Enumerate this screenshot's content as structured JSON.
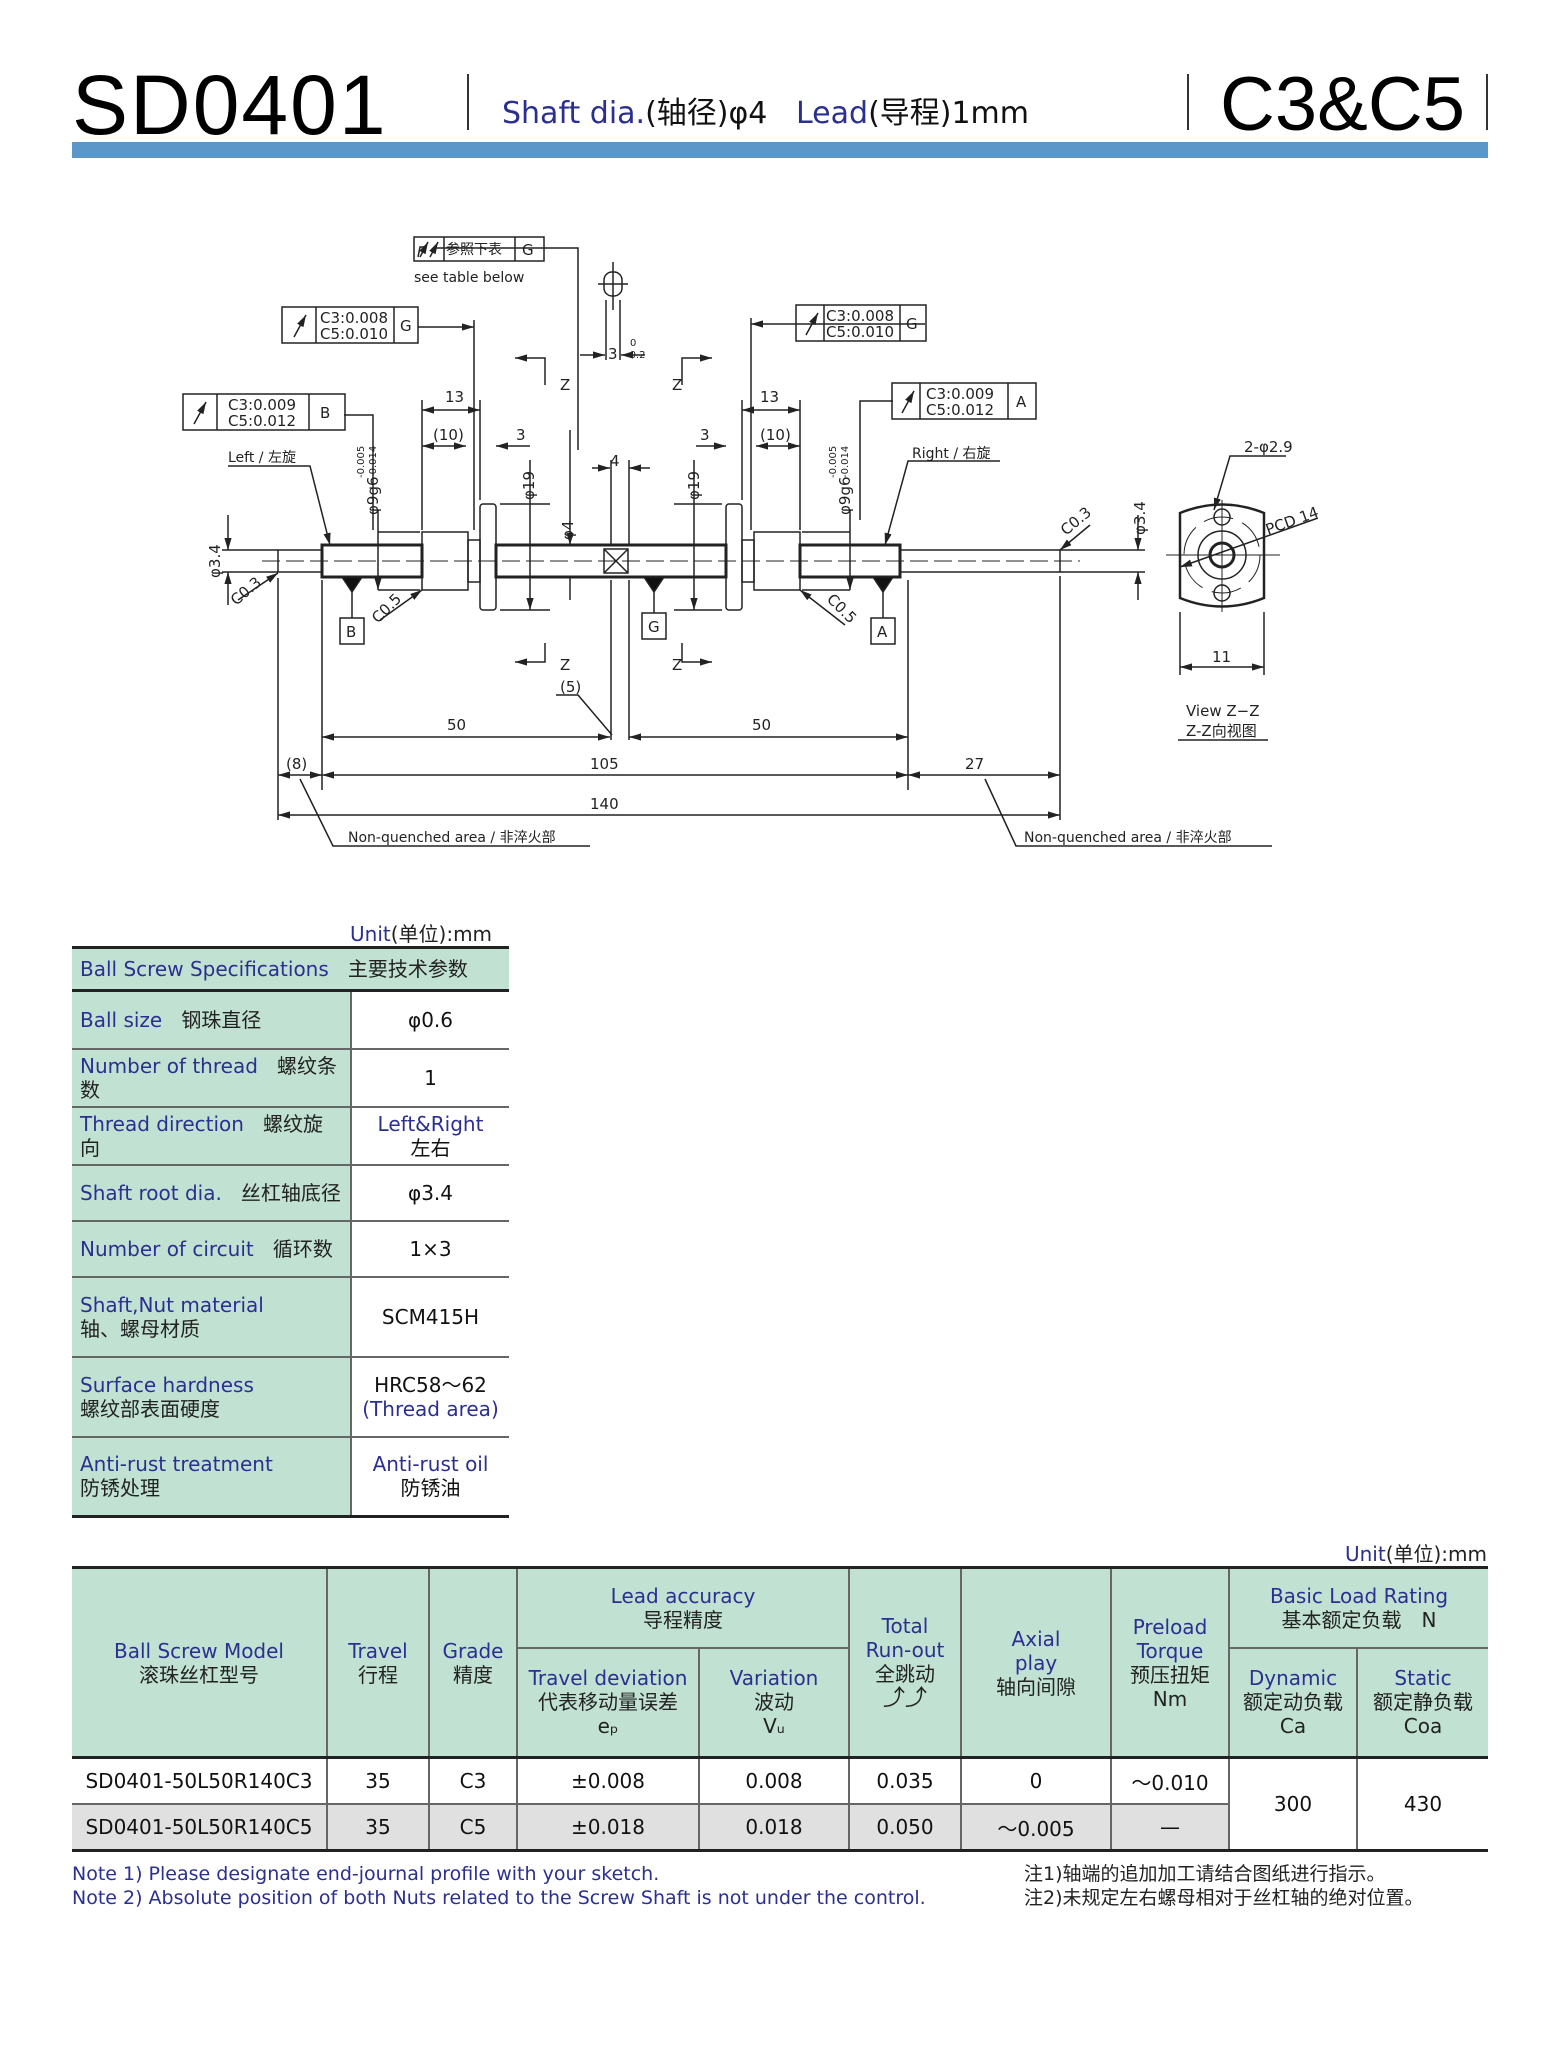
{
  "header": {
    "model": "SD0401",
    "shaft_dia_en": "Shaft dia.",
    "shaft_dia_cn": "(轴径)φ4",
    "lead_en": "Lead",
    "lead_cn": "(导程)1mm",
    "grade": "C3&C5",
    "accent_color": "#5b97c9"
  },
  "drawing": {
    "gdt_top": {
      "symbol": "total-runout",
      "text": "参照下表",
      "datum": "G",
      "caption": "see table below"
    },
    "gdt_left_g": {
      "line1": "C3:0.008",
      "line2": "C5:0.010",
      "datum": "G"
    },
    "gdt_left_b": {
      "line1": "C3:0.009",
      "line2": "C5:0.012",
      "datum": "B"
    },
    "gdt_right_g": {
      "line1": "C3:0.008",
      "line2": "C5:0.010",
      "datum": "G"
    },
    "gdt_right_a": {
      "line1": "C3:0.009",
      "line2": "C5:0.012",
      "datum": "A"
    },
    "labels": {
      "left_thread": "Left / 左旋",
      "right_thread": "Right / 右旋",
      "phi34": "φ3.4",
      "c03": "C0.3",
      "c05": "C0.5",
      "phi9g6": "φ9g6",
      "tol_upper": "-0.005",
      "tol_lower": "-0.014",
      "phi19": "φ19",
      "phi4": "φ4",
      "dim13": "13",
      "dim10": "(10)",
      "dim3": "3",
      "dim4": "4",
      "flat3": "3",
      "flat_tol_upper": "0",
      "flat_tol_lower": "-0.2",
      "z": "Z",
      "dim5": "(5)",
      "dim50": "50",
      "dim8": "(8)",
      "dim105": "105",
      "dim27": "27",
      "dim140": "140",
      "non_quenched": "Non-quenched area / 非淬火部",
      "datum_a": "A",
      "datum_b": "B",
      "datum_g": "G",
      "holes": "2-φ2.9",
      "pcd": "PCD 14",
      "width11": "11",
      "view_en": "View Z−Z",
      "view_cn": "Z-Z向视图"
    }
  },
  "spec_table": {
    "unit_en": "Unit",
    "unit_cn": "(单位)",
    "unit_suffix": ":mm",
    "header_en": "Ball Screw Specifications",
    "header_cn": "主要技术参数",
    "rows": [
      {
        "en": "Ball size",
        "cn": "钢珠直径",
        "value": "φ0.6"
      },
      {
        "en": "Number of thread",
        "cn": "螺纹条数",
        "value": "1"
      },
      {
        "en": "Thread direction",
        "cn": "螺纹旋向",
        "value_en": "Left&Right",
        "value_cn": "左右"
      },
      {
        "en": "Shaft root dia.",
        "cn": "丝杠轴底径",
        "value": "φ3.4"
      },
      {
        "en": "Number of circuit",
        "cn": "循环数",
        "value": "1×3"
      },
      {
        "en": "Shaft,Nut material",
        "cn": "轴、螺母材质",
        "value": "SCM415H"
      },
      {
        "en": "Surface hardness",
        "cn": "螺纹部表面硬度",
        "value": "HRC58～62",
        "value_en": "(Thread area)"
      },
      {
        "en": "Anti-rust treatment",
        "cn": "防锈处理",
        "value_en": "Anti-rust oil",
        "value_cn": "防锈油"
      }
    ]
  },
  "model_table": {
    "unit_en": "Unit",
    "unit_cn": "(单位)",
    "unit_suffix": ":mm",
    "headers": {
      "model": {
        "en": "Ball Screw Model",
        "cn": "滚珠丝杠型号"
      },
      "travel": {
        "en": "Travel",
        "cn": "行程"
      },
      "grade": {
        "en": "Grade",
        "cn": "精度"
      },
      "lead_accuracy": {
        "en": "Lead accuracy",
        "cn": "导程精度"
      },
      "travel_dev": {
        "en": "Travel deviation",
        "cn": "代表移动量误差",
        "sym": "eₚ"
      },
      "variation": {
        "en": "Variation",
        "cn": "波动",
        "sym": "Vᵤ"
      },
      "runout": {
        "en1": "Total",
        "en2": "Run-out",
        "cn": "全跳动"
      },
      "axial": {
        "en1": "Axial",
        "en2": "play",
        "cn": "轴向间隙"
      },
      "preload": {
        "en1": "Preload",
        "en2": "Torque",
        "cn": "预压扭矩",
        "unit": "Nm"
      },
      "load": {
        "en": "Basic Load Rating",
        "cn": "基本额定负载　N"
      },
      "dynamic": {
        "en": "Dynamic",
        "cn": "额定动负载",
        "sym": "Ca"
      },
      "static": {
        "en": "Static",
        "cn": "额定静负载",
        "sym": "Coa"
      }
    },
    "rows": [
      {
        "model": "SD0401-50L50R140C3",
        "travel": "35",
        "grade": "C3",
        "ep": "±0.008",
        "vu": "0.008",
        "runout": "0.035",
        "axial": "0",
        "preload": "～0.010"
      },
      {
        "model": "SD0401-50L50R140C5",
        "travel": "35",
        "grade": "C5",
        "ep": "±0.018",
        "vu": "0.018",
        "runout": "0.050",
        "axial": "～0.005",
        "preload": "—"
      }
    ],
    "ca": "300",
    "coa": "430"
  },
  "notes": {
    "en": [
      "Note 1) Please designate end-journal profile with your sketch.",
      "Note 2) Absolute position of both Nuts related to the Screw Shaft is not under the control."
    ],
    "cn": [
      "注1)轴端的追加加工请结合图纸进行指示。",
      "注2)未规定左右螺母相对于丝杠轴的绝对位置。"
    ]
  }
}
